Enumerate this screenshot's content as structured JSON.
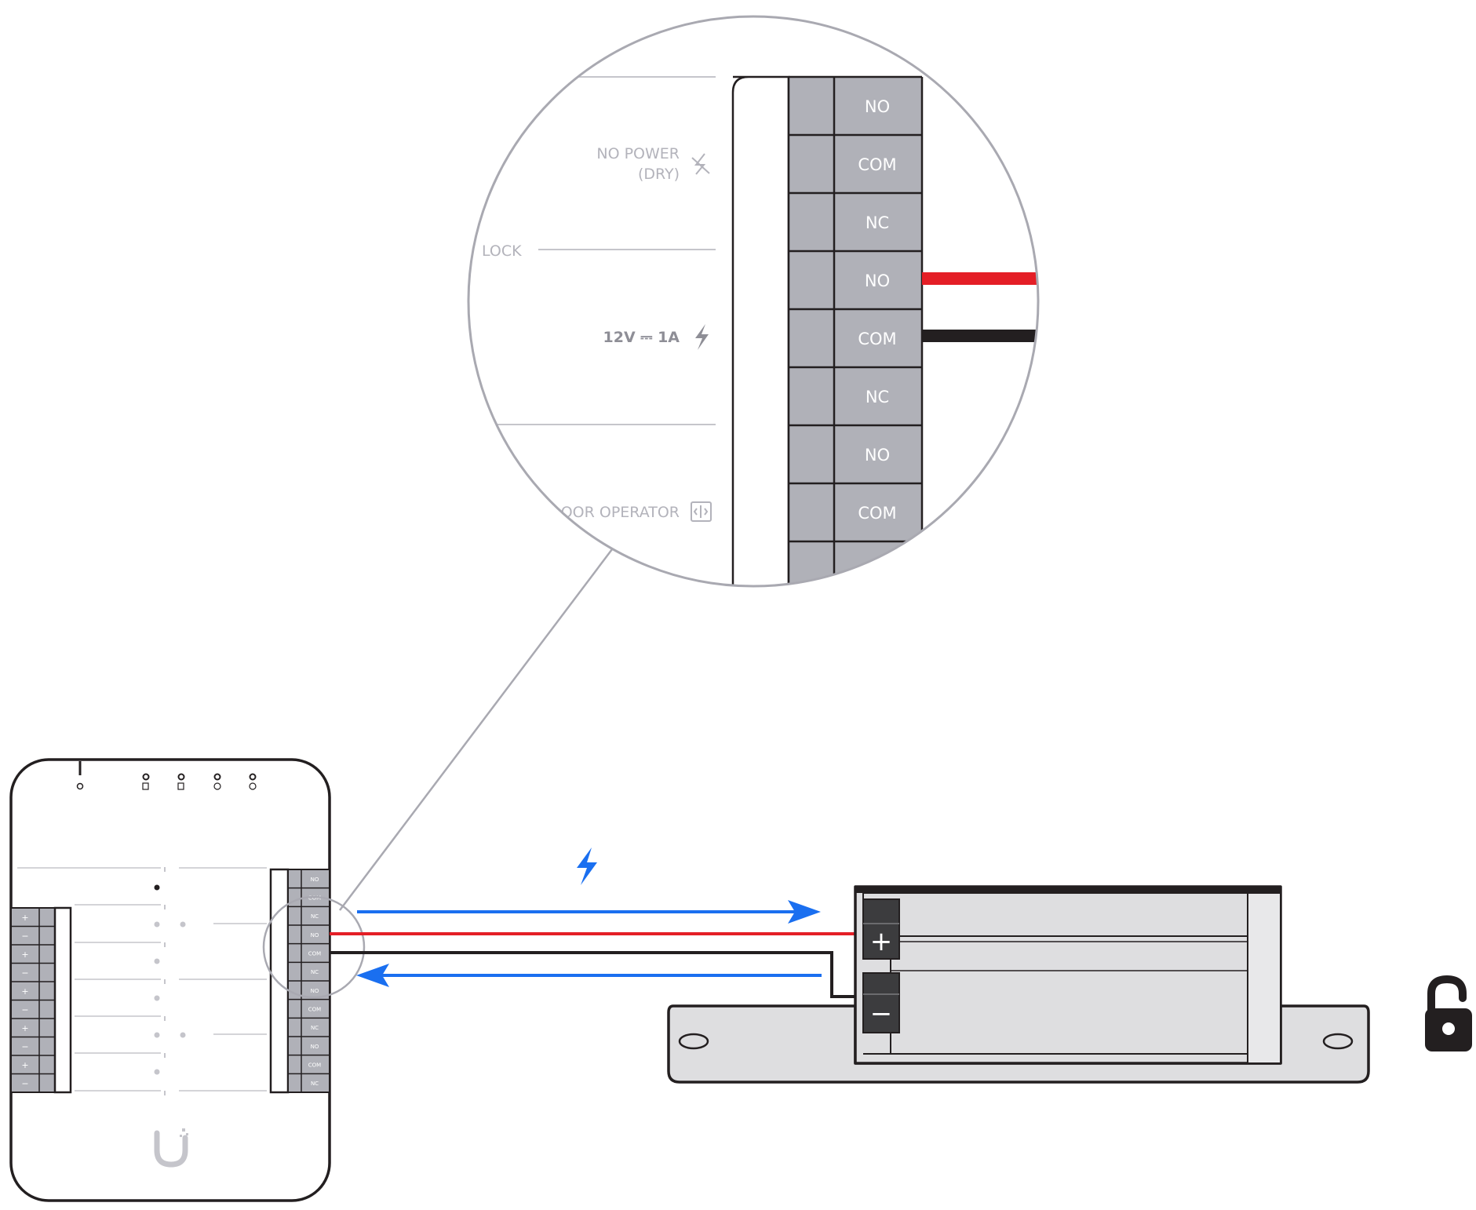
{
  "colors": {
    "terminal_gray": "#b0b1b8",
    "wire_red": "#e41e26",
    "wire_black": "#231f20",
    "arrow_blue": "#1a6ff0",
    "outline": "#231f20",
    "faint": "#b3b3bb",
    "lock_body": "#dedee0"
  },
  "zoom": {
    "terminals": [
      "NO",
      "COM",
      "NC",
      "NO",
      "COM",
      "NC",
      "NO",
      "COM"
    ],
    "labels": {
      "no_power": "NO POWER",
      "dry": "(DRY)",
      "lock": "LOCK",
      "voltage": "12V ⎓ 1A",
      "door_operator": "DOOR OPERATOR"
    },
    "icons": [
      "no-power-icon",
      "bolt-icon",
      "door-operator-icon"
    ]
  },
  "device": {
    "right_terminals": [
      "NO",
      "COM",
      "NC",
      "NO",
      "COM",
      "NC",
      "NO",
      "COM",
      "NC",
      "NO",
      "COM",
      "NC"
    ],
    "left_terminals": [
      "+",
      "−",
      "+",
      "−",
      "+",
      "−",
      "+",
      "−",
      "+",
      "−"
    ],
    "icons": [
      "power-led-icon",
      "door-led-icon",
      "door-led-icon",
      "doorbell-led-icon",
      "doorbell-led-icon",
      "ubiquiti-logo-icon"
    ]
  },
  "strike": {
    "plus": "+",
    "minus": "−",
    "icons": [
      "unlock-icon",
      "bolt-icon"
    ]
  }
}
